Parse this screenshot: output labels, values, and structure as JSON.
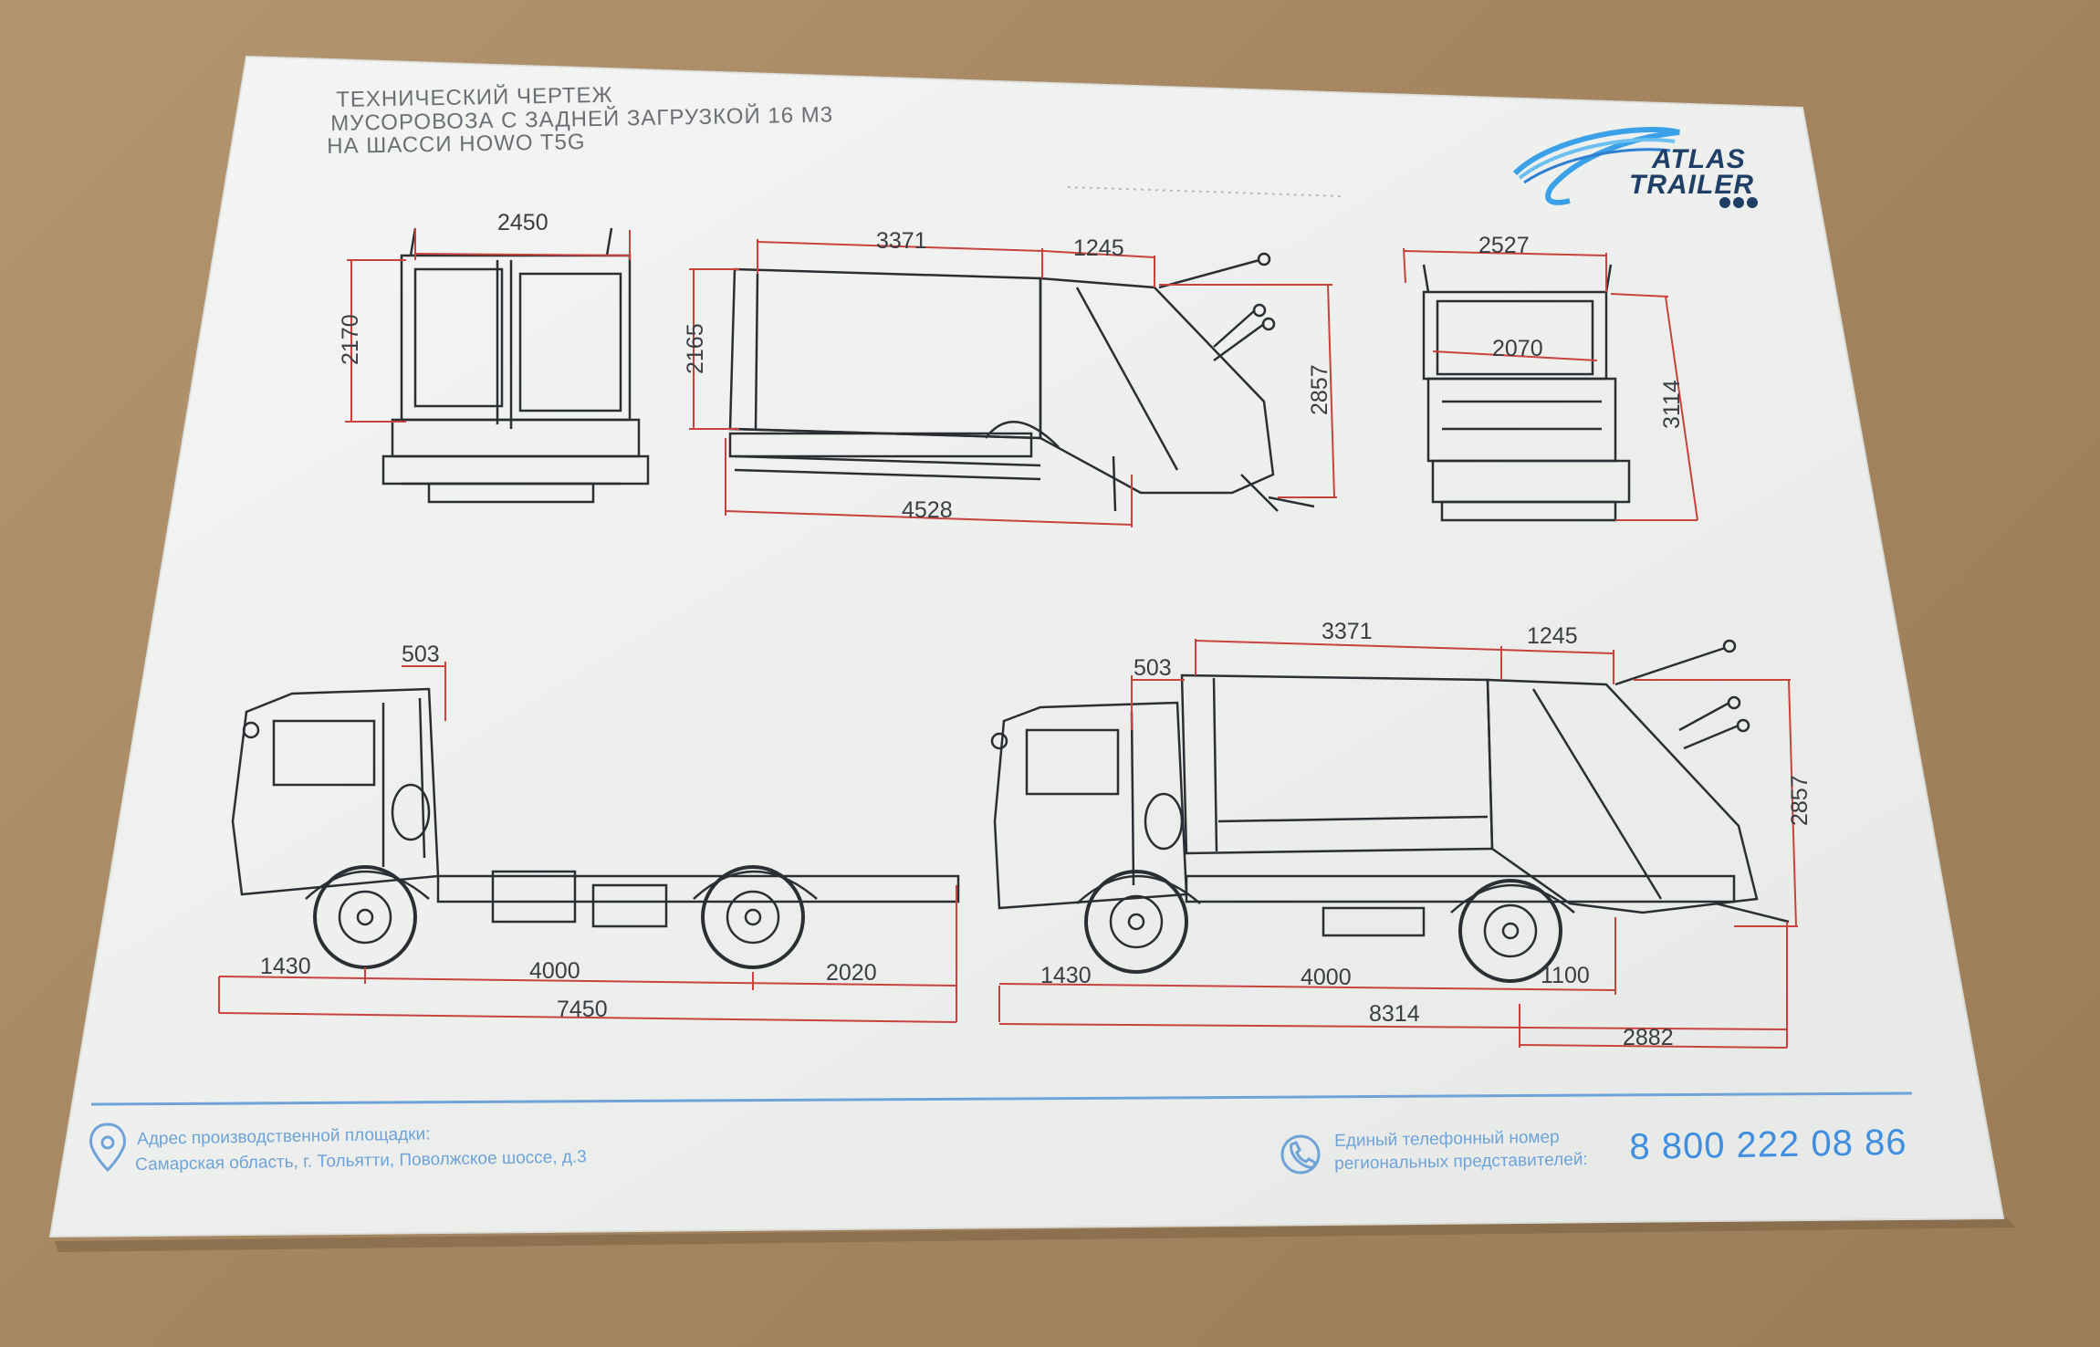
{
  "title": {
    "line1": "ТЕХНИЧЕСКИЙ ЧЕРТЕЖ",
    "line2": "МУСОРОВОЗА С ЗАДНЕЙ ЗАГРУЗКОЙ 16 М3",
    "line3": "НА ШАССИ HOWO T5G"
  },
  "logo": {
    "line1": "ATLAS",
    "line2": "TRAILER"
  },
  "dimensions": {
    "rear_width": "2450",
    "rear_height": "2170",
    "body_length": "3371",
    "tailgate_length": "1245",
    "body_height": "2165",
    "tailgate_height": "2857",
    "body_total_length": "4528",
    "front_width": "2527",
    "front_inner_width": "2070",
    "front_height": "3114",
    "chassis_cab_gap": "503",
    "chassis_front_overhang": "1430",
    "chassis_wheelbase": "4000",
    "chassis_rear_overhang": "2020",
    "chassis_total": "7450",
    "truck_cab_gap": "503",
    "truck_body_length": "3371",
    "truck_tailgate_length": "1245",
    "truck_tailgate_height": "2857",
    "truck_front_overhang": "1430",
    "truck_wheelbase": "4000",
    "truck_rear_axle": "1100",
    "truck_total": "8314",
    "truck_rear_overhang": "2882"
  },
  "footer": {
    "address_label": "Адрес производственной площадки:",
    "address_value": "Самарская область, г. Тольятти, Поволжское шоссе, д.3",
    "phone_label1": "Единый телефонный номер",
    "phone_label2": "региональных представителей:",
    "phone_number": "8 800 222 08 86"
  },
  "icons": {
    "location": "location-pin-icon",
    "phone": "phone-icon"
  },
  "colors": {
    "dimension_line": "#c9423c",
    "drawing_line": "#2b2e33",
    "accent_blue": "#3f8ee0",
    "paper": "#f1f2f0"
  }
}
